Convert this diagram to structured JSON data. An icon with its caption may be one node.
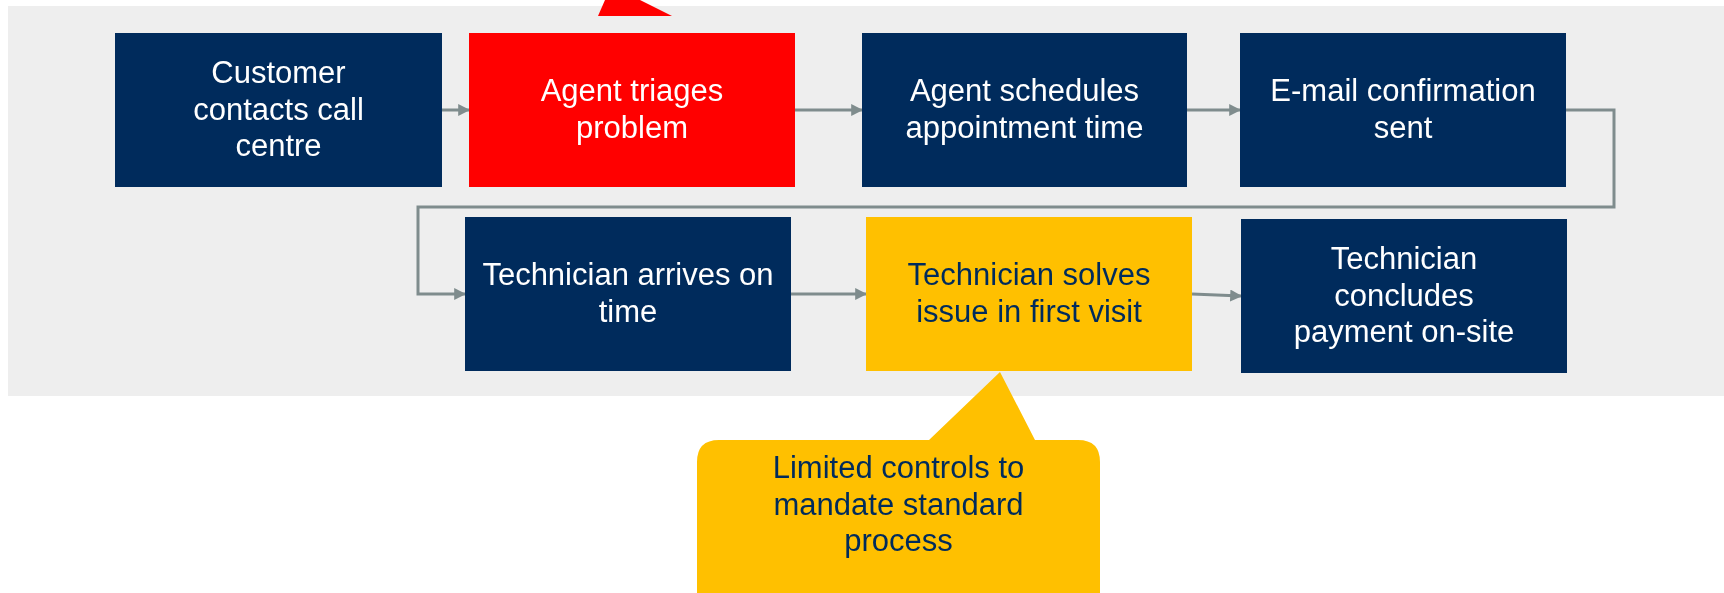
{
  "diagram": {
    "nodes": [
      {
        "text": [],
        "shape": "callout"
      },
      {
        "text": [
          "Customer contacts call centre"
        ]
      },
      {
        "text": [
          "Agent triages problem"
        ]
      },
      {
        "text": [
          "Agent schedules appointment time"
        ]
      },
      {
        "text": [
          "E-mail confirmation sent"
        ]
      },
      {
        "text": [
          "Technician arrives on time"
        ]
      },
      {
        "text": [
          "Technician solves issue in first visit"
        ]
      },
      {
        "text": [
          "Technician concludes payment on-site"
        ]
      },
      {
        "text": [
          "Limited controls to mandate standard process"
        ]
      }
    ],
    "edges": [
      {
        "from": 1,
        "to": 2,
        "arrow": "to"
      },
      {
        "from": 2,
        "to": 3,
        "arrow": "to"
      },
      {
        "from": 3,
        "to": 4,
        "arrow": "to"
      },
      {
        "from": 4,
        "to": 5,
        "arrow": "to"
      },
      {
        "from": 5,
        "to": 6,
        "arrow": "to"
      },
      {
        "from": 6,
        "to": 7,
        "arrow": "to"
      }
    ]
  }
}
